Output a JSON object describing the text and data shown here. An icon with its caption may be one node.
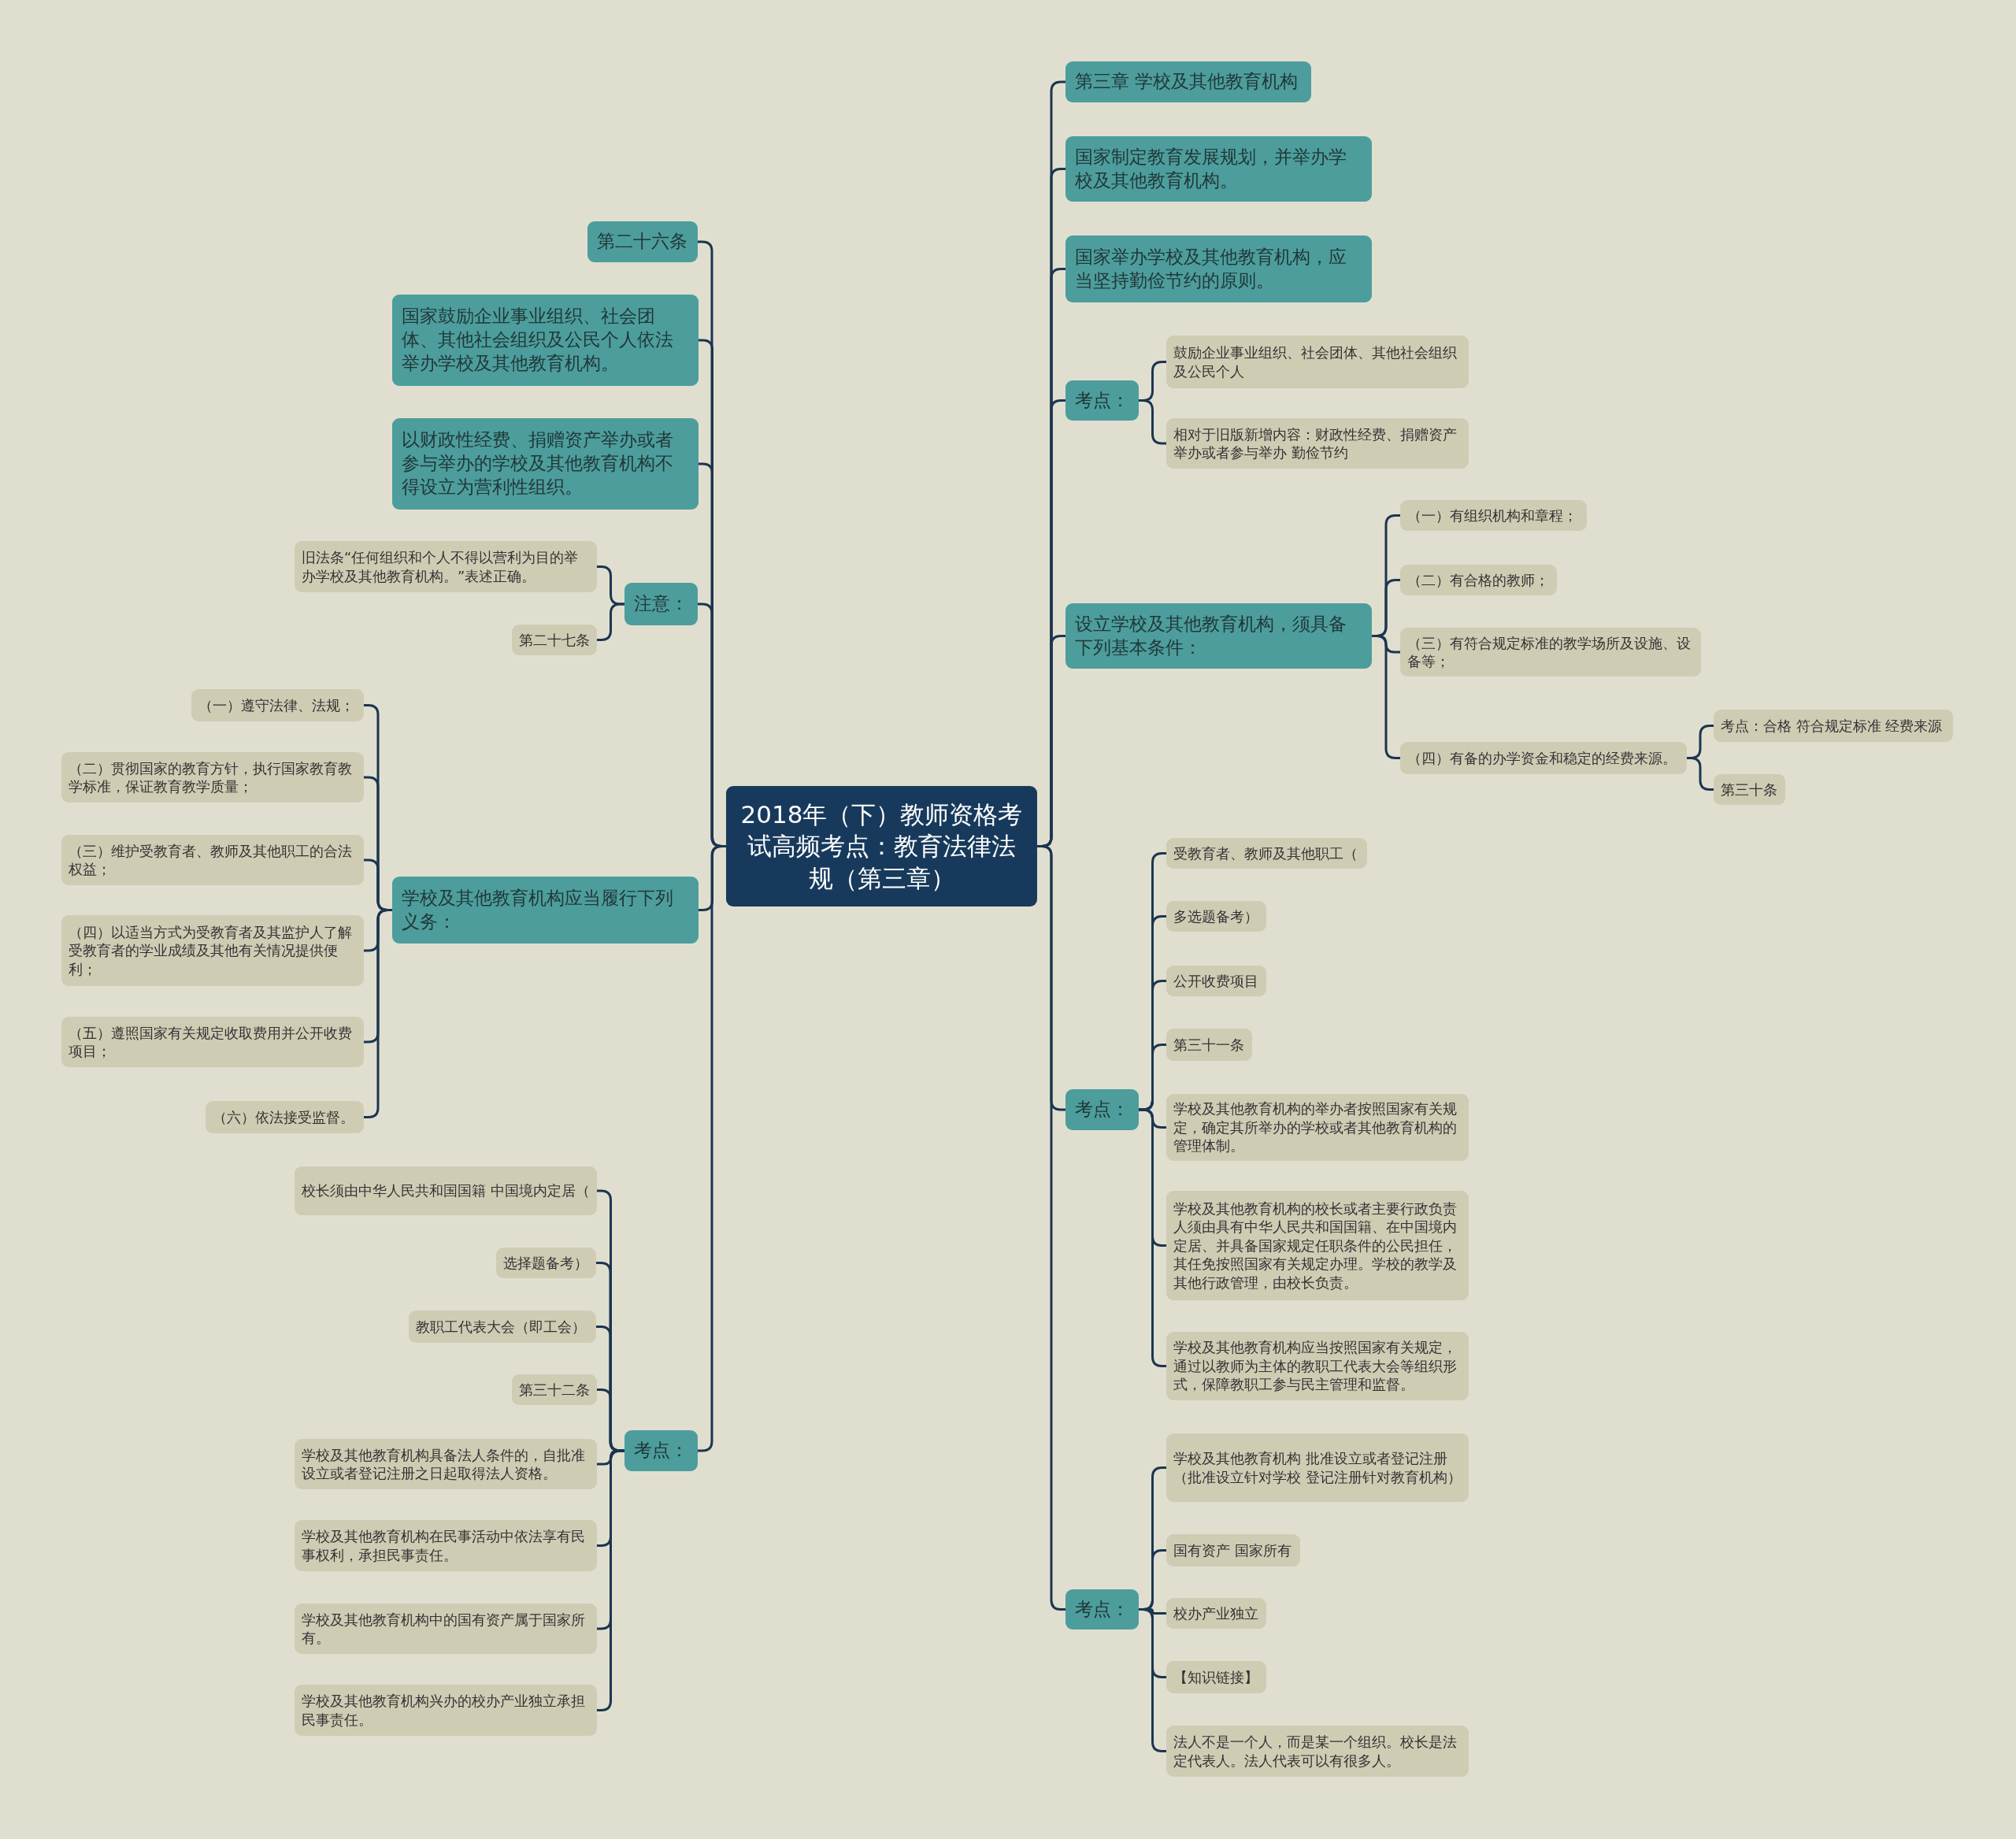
{
  "diagram": {
    "nodes": [
      {
        "text": [
          "2018年（下）教师资格考试高频考点：教育法律法规（第三章）"
        ]
      },
      {
        "text": [
          "第三章 学校及其他教育机构"
        ]
      },
      {
        "text": [
          "国家制定教育发展规划，并举办学校及其他教育机构。"
        ]
      },
      {
        "text": [
          "国家举办学校及其他教育机构，应当坚持勤俭节约的原则。"
        ]
      },
      {
        "text": [
          "考点："
        ]
      },
      {
        "text": [
          "鼓励企业事业组织、社会团体、其他社会组织及公民个人"
        ]
      },
      {
        "text": [
          "相对于旧版新增内容：财政性经费、捐赠资产举办或者参与举办 勤俭节约"
        ]
      },
      {
        "text": [
          "设立学校及其他教育机构，须具备下列基本条件："
        ]
      },
      {
        "text": [
          "（一）有组织机构和章程；"
        ]
      },
      {
        "text": [
          "（二）有合格的教师；"
        ]
      },
      {
        "text": [
          "（三）有符合规定标准的教学场所及设施、设备等；"
        ]
      },
      {
        "text": [
          "（四）有备的办学资金和稳定的经费来源。"
        ]
      },
      {
        "text": [
          "考点：合格 符合规定标准 经费来源"
        ]
      },
      {
        "text": [
          "第三十条"
        ]
      },
      {
        "text": [
          "考点："
        ]
      },
      {
        "text": [
          "受教育者、教师及其他职工（"
        ]
      },
      {
        "text": [
          "多选题备考）"
        ]
      },
      {
        "text": [
          "公开收费项目"
        ]
      },
      {
        "text": [
          "第三十一条"
        ]
      },
      {
        "text": [
          "学校及其他教育机构的举办者按照国家有关规定，确定其所举办的学校或者其他教育机构的管理体制。"
        ]
      },
      {
        "text": [
          "学校及其他教育机构的校长或者主要行政负责人须由具有中华人民共和国国籍、在中国境内定居、并具备国家规定任职条件的公民担任，其任免按照国家有关规定办理。学校的教学及其他行政管理，由校长负责。"
        ]
      },
      {
        "text": [
          "学校及其他教育机构应当按照国家有关规定，通过以教师为主体的教职工代表大会等组织形式，保障教职工参与民主管理和监督。"
        ]
      },
      {
        "text": [
          "考点："
        ]
      },
      {
        "text": [
          "学校及其他教育机构 批准设立或者登记注册（批准设立针对学校 登记注册针对教育机构）"
        ]
      },
      {
        "text": [
          "国有资产 国家所有"
        ]
      },
      {
        "text": [
          "校办产业独立"
        ]
      },
      {
        "text": [
          "【知识链接】"
        ]
      },
      {
        "text": [
          "法人不是一个人，而是某一个组织。校长是法定代表人。法人代表可以有很多人。"
        ]
      },
      {
        "text": [
          "第二十六条"
        ]
      },
      {
        "text": [
          "国家鼓励企业事业组织、社会团体、其他社会组织及公民个人依法举办学校及其他教育机构。"
        ]
      },
      {
        "text": [
          "以财政性经费、捐赠资产举办或者参与举办的学校及其他教育机构不得设立为营利性组织。"
        ]
      },
      {
        "text": [
          "注意："
        ]
      },
      {
        "text": [
          "旧法条“任何组织和个人不得以营利为目的举办学校及其他教育机构。”表述正确。"
        ]
      },
      {
        "text": [
          "第二十七条"
        ]
      },
      {
        "text": [
          "学校及其他教育机构应当履行下列义务："
        ]
      },
      {
        "text": [
          "（一）遵守法律、法规；"
        ]
      },
      {
        "text": [
          "（二）贯彻国家的教育方针，执行国家教育教学标准，保证教育教学质量；"
        ]
      },
      {
        "text": [
          "（三）维护受教育者、教师及其他职工的合法权益；"
        ]
      },
      {
        "text": [
          "（四）以适当方式为受教育者及其监护人了解受教育者的学业成绩及其他有关情况提供便利；"
        ]
      },
      {
        "text": [
          "（五）遵照国家有关规定收取费用并公开收费项目；"
        ]
      },
      {
        "text": [
          "（六）依法接受监督。"
        ]
      },
      {
        "text": [
          "考点："
        ]
      },
      {
        "text": [
          "校长须由中华人民共和国国籍 中国境内定居（"
        ]
      },
      {
        "text": [
          "选择题备考）"
        ]
      },
      {
        "text": [
          "教职工代表大会（即工会）"
        ]
      },
      {
        "text": [
          "第三十二条"
        ]
      },
      {
        "text": [
          "学校及其他教育机构具备法人条件的，自批准设立或者登记注册之日起取得法人资格。"
        ]
      },
      {
        "text": [
          "学校及其他教育机构在民事活动中依法享有民事权利，承担民事责任。"
        ]
      },
      {
        "text": [
          "学校及其他教育机构中的国有资产属于国家所有。"
        ]
      },
      {
        "text": [
          "学校及其他教育机构兴办的校办产业独立承担民事责任。"
        ]
      }
    ],
    "edges": [
      {
        "from": 0,
        "to": 1,
        "arrow": "none"
      },
      {
        "from": 0,
        "to": 2,
        "arrow": "none"
      },
      {
        "from": 0,
        "to": 3,
        "arrow": "none"
      },
      {
        "from": 0,
        "to": 4,
        "arrow": "none"
      },
      {
        "from": 4,
        "to": 5,
        "arrow": "none"
      },
      {
        "from": 4,
        "to": 6,
        "arrow": "none"
      },
      {
        "from": 0,
        "to": 7,
        "arrow": "none"
      },
      {
        "from": 7,
        "to": 8,
        "arrow": "none"
      },
      {
        "from": 7,
        "to": 9,
        "arrow": "none"
      },
      {
        "from": 7,
        "to": 10,
        "arrow": "none"
      },
      {
        "from": 7,
        "to": 11,
        "arrow": "none"
      },
      {
        "from": 11,
        "to": 12,
        "arrow": "none"
      },
      {
        "from": 11,
        "to": 13,
        "arrow": "none"
      },
      {
        "from": 0,
        "to": 14,
        "arrow": "none"
      },
      {
        "from": 14,
        "to": 15,
        "arrow": "none"
      },
      {
        "from": 14,
        "to": 16,
        "arrow": "none"
      },
      {
        "from": 14,
        "to": 17,
        "arrow": "none"
      },
      {
        "from": 14,
        "to": 18,
        "arrow": "none"
      },
      {
        "from": 14,
        "to": 19,
        "arrow": "none"
      },
      {
        "from": 14,
        "to": 20,
        "arrow": "none"
      },
      {
        "from": 14,
        "to": 21,
        "arrow": "none"
      },
      {
        "from": 0,
        "to": 22,
        "arrow": "none"
      },
      {
        "from": 22,
        "to": 23,
        "arrow": "none"
      },
      {
        "from": 22,
        "to": 24,
        "arrow": "none"
      },
      {
        "from": 22,
        "to": 25,
        "arrow": "none"
      },
      {
        "from": 22,
        "to": 26,
        "arrow": "none"
      },
      {
        "from": 22,
        "to": 27,
        "arrow": "none"
      },
      {
        "from": 0,
        "to": 28,
        "arrow": "none"
      },
      {
        "from": 0,
        "to": 29,
        "arrow": "none"
      },
      {
        "from": 0,
        "to": 30,
        "arrow": "none"
      },
      {
        "from": 0,
        "to": 31,
        "arrow": "none"
      },
      {
        "from": 31,
        "to": 32,
        "arrow": "none"
      },
      {
        "from": 31,
        "to": 33,
        "arrow": "none"
      },
      {
        "from": 0,
        "to": 34,
        "arrow": "none"
      },
      {
        "from": 34,
        "to": 35,
        "arrow": "none"
      },
      {
        "from": 34,
        "to": 36,
        "arrow": "none"
      },
      {
        "from": 34,
        "to": 37,
        "arrow": "none"
      },
      {
        "from": 34,
        "to": 38,
        "arrow": "none"
      },
      {
        "from": 34,
        "to": 39,
        "arrow": "none"
      },
      {
        "from": 34,
        "to": 40,
        "arrow": "none"
      },
      {
        "from": 0,
        "to": 41,
        "arrow": "none"
      },
      {
        "from": 41,
        "to": 42,
        "arrow": "none"
      },
      {
        "from": 41,
        "to": 43,
        "arrow": "none"
      },
      {
        "from": 41,
        "to": 44,
        "arrow": "none"
      },
      {
        "from": 41,
        "to": 45,
        "arrow": "none"
      },
      {
        "from": 41,
        "to": 46,
        "arrow": "none"
      },
      {
        "from": 41,
        "to": 47,
        "arrow": "none"
      },
      {
        "from": 41,
        "to": 48,
        "arrow": "none"
      },
      {
        "from": 41,
        "to": 49,
        "arrow": "none"
      }
    ]
  }
}
